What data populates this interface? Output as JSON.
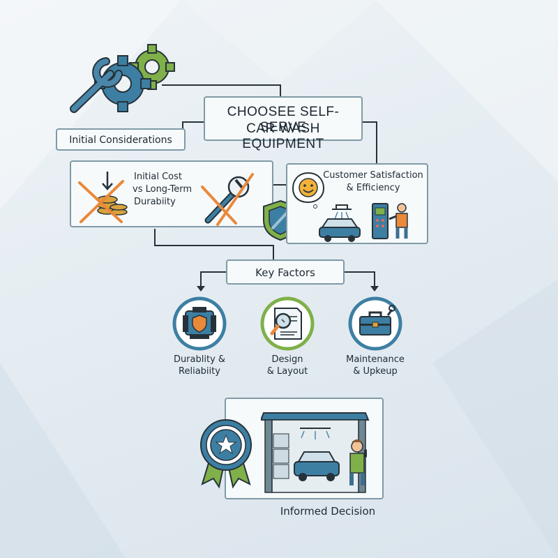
{
  "title": {
    "line1": "CHOOSEE SELF-SERVE",
    "line2": "CAR WASH EQUIPMENT"
  },
  "initial_considerations": "Initial Considerations",
  "cost_box": {
    "line1": "Initial Cost",
    "line2": "vs Long-Term",
    "line3": "Durabiity"
  },
  "customer_box": {
    "line1": "Customer Satisfaction",
    "line2": "& Efficiency"
  },
  "key_factors": "Key Factors",
  "factors": [
    {
      "line1": "Durablity &",
      "line2": "Reliabiity",
      "icon": "equipment-shield-icon"
    },
    {
      "line1": "Design",
      "line2": "& Layout",
      "icon": "magnifier-blueprint-icon"
    },
    {
      "line1": "Maintenance",
      "line2": "& Upkeup",
      "icon": "toolbox-icon"
    }
  ],
  "decision": "Informed Decision",
  "colors": {
    "blue": "#3d7fa3",
    "green": "#7fb04a",
    "orange": "#e9893a",
    "gold": "#d9a23b",
    "border": "#7f9aa6"
  }
}
